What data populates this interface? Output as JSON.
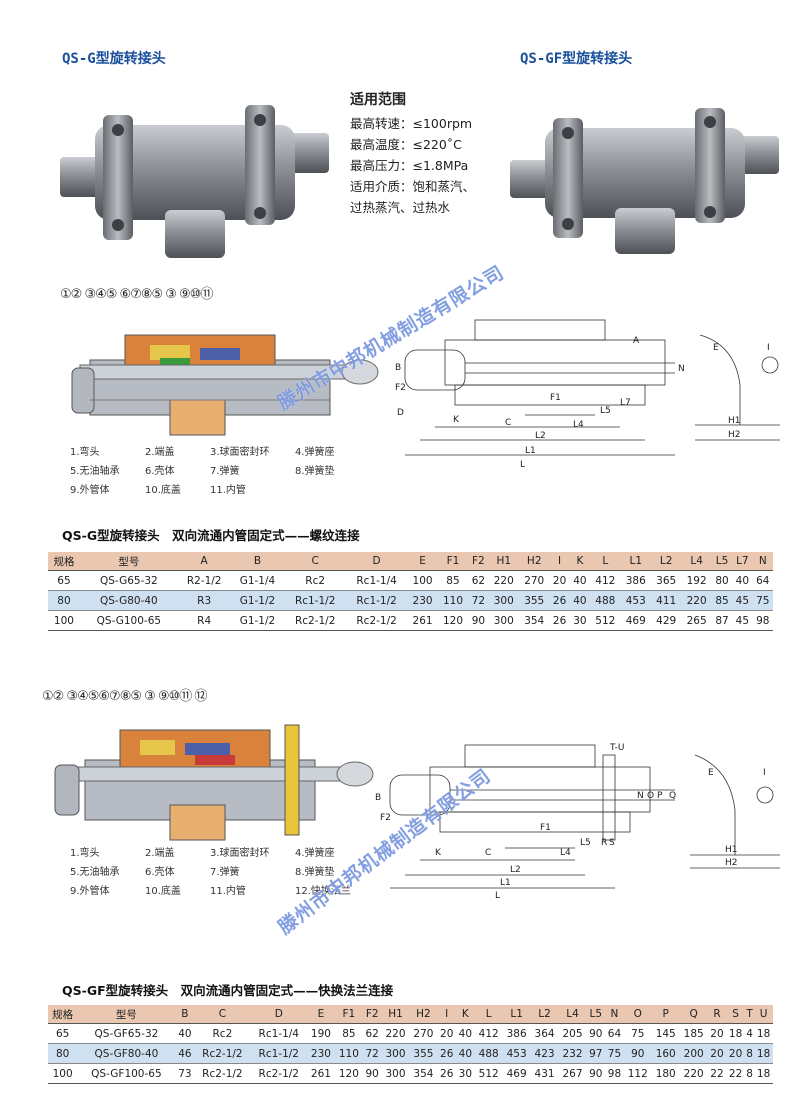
{
  "titles": {
    "left": "QS-G型旋转接头",
    "right": "QS-GF型旋转接头"
  },
  "scope": {
    "heading": "适用范围",
    "lines": [
      "最高转速：≤100rpm",
      "最高温度：≤220˚C",
      "最高压力：≤1.8MPa",
      "适用介质：饱和蒸汽、",
      "过热蒸汽、过热水"
    ]
  },
  "watermark": "滕州市中邦机械制造有限公司",
  "section1": {
    "callouts": "①② ③④⑤ ⑥⑦⑧⑤ ③ ⑨⑩⑪",
    "parts": [
      "1.弯头",
      "2.端盖",
      "3.球面密封环",
      "4.弹簧座",
      "5.无油轴承",
      "6.壳体",
      "7.弹簧",
      "8.弹簧垫",
      "9.外管体",
      "10.底盖",
      "11.内管"
    ],
    "title": "QS-G型旋转接头　双向流通内管固定式——螺纹连接",
    "headers": [
      "规格",
      "型号",
      "A",
      "B",
      "C",
      "D",
      "E",
      "F1",
      "F2",
      "H1",
      "H2",
      "I",
      "K",
      "L",
      "L1",
      "L2",
      "L4",
      "L5",
      "L7",
      "N"
    ],
    "rows": [
      [
        "65",
        "QS-G65-32",
        "R2-1/2",
        "G1-1/4",
        "Rc2",
        "Rc1-1/4",
        "100",
        "85",
        "62",
        "220",
        "270",
        "20",
        "40",
        "412",
        "386",
        "365",
        "192",
        "80",
        "40",
        "64"
      ],
      [
        "80",
        "QS-G80-40",
        "R3",
        "G1-1/2",
        "Rc1-1/2",
        "Rc1-1/2",
        "230",
        "110",
        "72",
        "300",
        "355",
        "26",
        "40",
        "488",
        "453",
        "411",
        "220",
        "85",
        "45",
        "75"
      ],
      [
        "100",
        "QS-G100-65",
        "R4",
        "G1-1/2",
        "Rc2-1/2",
        "Rc2-1/2",
        "261",
        "120",
        "90",
        "300",
        "354",
        "26",
        "30",
        "512",
        "469",
        "429",
        "265",
        "87",
        "45",
        "98"
      ]
    ]
  },
  "section2": {
    "callouts": "①② ③④⑤⑥⑦⑧⑤ ③ ⑨⑩⑪ ⑫",
    "parts": [
      "1.弯头",
      "2.端盖",
      "3.球面密封环",
      "4.弹簧座",
      "5.无油轴承",
      "6.壳体",
      "7.弹簧",
      "8.弹簧垫",
      "9.外管体",
      "10.底盖",
      "11.内管",
      "12.快换法兰"
    ],
    "title": "QS-GF型旋转接头　双向流通内管固定式——快换法兰连接",
    "headers": [
      "规格",
      "型号",
      "B",
      "C",
      "D",
      "E",
      "F1",
      "F2",
      "H1",
      "H2",
      "I",
      "K",
      "L",
      "L1",
      "L2",
      "L4",
      "L5",
      "N",
      "O",
      "P",
      "Q",
      "R",
      "S",
      "T",
      "U"
    ],
    "rows": [
      [
        "65",
        "QS-GF65-32",
        "40",
        "Rc2",
        "Rc1-1/4",
        "190",
        "85",
        "62",
        "220",
        "270",
        "20",
        "40",
        "412",
        "386",
        "364",
        "205",
        "90",
        "64",
        "75",
        "145",
        "185",
        "20",
        "18",
        "4",
        "18"
      ],
      [
        "80",
        "QS-GF80-40",
        "46",
        "Rc2-1/2",
        "Rc1-1/2",
        "230",
        "110",
        "72",
        "300",
        "355",
        "26",
        "40",
        "488",
        "453",
        "423",
        "232",
        "97",
        "75",
        "90",
        "160",
        "200",
        "20",
        "20",
        "8",
        "18"
      ],
      [
        "100",
        "QS-GF100-65",
        "73",
        "Rc2-1/2",
        "Rc2-1/2",
        "261",
        "120",
        "90",
        "300",
        "354",
        "26",
        "30",
        "512",
        "469",
        "431",
        "267",
        "90",
        "98",
        "112",
        "180",
        "220",
        "22",
        "22",
        "8",
        "18"
      ]
    ]
  },
  "drawing_labels": {
    "d1": [
      "A",
      "B",
      "E",
      "I",
      "N",
      "F1",
      "F2",
      "D",
      "K",
      "C",
      "L4",
      "L5",
      "L7",
      "L2",
      "L1",
      "L",
      "H1",
      "H2"
    ],
    "d2": [
      "T-U",
      "B",
      "E",
      "I",
      "N",
      "O",
      "P",
      "Q",
      "F1",
      "F2",
      "K",
      "C",
      "L4",
      "L5",
      "R",
      "S",
      "L2",
      "L1",
      "L",
      "H1",
      "H2"
    ]
  }
}
